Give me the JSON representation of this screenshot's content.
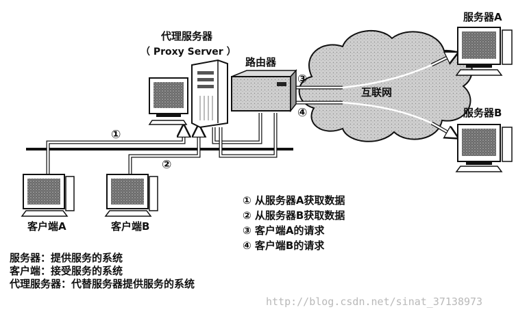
{
  "proxy": {
    "title": "代理服务器",
    "subtitle": "（ Proxy Server ）"
  },
  "router": {
    "label": "路由器"
  },
  "internet": {
    "label": "互联网"
  },
  "servers": [
    {
      "label": "服务器A"
    },
    {
      "label": "服务器B"
    }
  ],
  "clients": [
    {
      "label": "客户端A"
    },
    {
      "label": "客户端B"
    }
  ],
  "steps": [
    {
      "num": "①",
      "text": "① 从服务器A获取数据"
    },
    {
      "num": "②",
      "text": "② 从服务器B获取数据"
    },
    {
      "num": "③",
      "text": "③ 客户端A的请求"
    },
    {
      "num": "④",
      "text": "④ 客户端B的请求"
    }
  ],
  "definitions": [
    "服务器：提供服务的系统",
    "客户端：接受服务的系统",
    "代理服务器：代替服务器提供服务的系统"
  ],
  "watermark": "http://blog.csdn.net/sinat_37138973"
}
